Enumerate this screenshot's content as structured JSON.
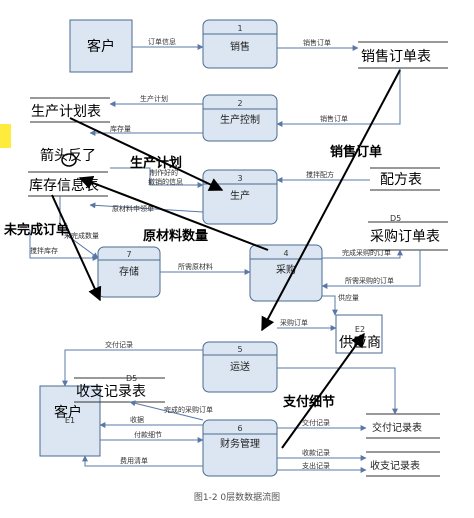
{
  "entities": {
    "customer_top": "客户",
    "customer_bottom": "客户",
    "supplier": "供应商",
    "supplier_id": "E2",
    "customer_bottom_id": "E1"
  },
  "processes": {
    "p1": {
      "num": "1",
      "name": "销售"
    },
    "p2": {
      "num": "2",
      "name": "生产控制"
    },
    "p3": {
      "num": "3",
      "name": "生产"
    },
    "p4": {
      "num": "4",
      "name": "采购"
    },
    "p5": {
      "num": "5",
      "name": "运送"
    },
    "p6": {
      "num": "6",
      "name": "财务管理"
    },
    "p7": {
      "num": "7",
      "name": "存储"
    }
  },
  "stores": {
    "sales_order": "销售订单表",
    "production_plan": "生产计划表",
    "inventory": "库存信息表",
    "recipe": "配方表",
    "purchase_order": "采购订单表",
    "purchase_order_id": "D5",
    "payment_record": "收支记录表",
    "payment_record_id": "D5",
    "pay_record_right": "交付记录表",
    "income_record_right": "收支记录表"
  },
  "flows": {
    "order_info": "订单信息",
    "sales_order_flow": "销售订单",
    "production_plan_flow": "生产计划",
    "stock_qty": "库存量",
    "sales_order_flow2": "销售订单",
    "produced_info_1": "制作好的",
    "produced_info_2": "撤销的信息",
    "mix_recipe": "搅拌配方",
    "raw_material_req": "原材料申领单",
    "unfinished_qty": "未完成数量",
    "raw_stock": "搅拌库存",
    "needed_material": "所需原材料",
    "completed_order": "完成采购的订单",
    "needed_order": "所需采购的订单",
    "supply_qty": "供应量",
    "purchase_order_flow": "采购订单",
    "delivery_record": "交付记录",
    "completed_purchase": "完成的采购订单",
    "receipt": "收据",
    "payment_detail": "付款细节",
    "fee_list": "费用清单",
    "delivery_record2": "交付记录",
    "income_record": "收款记录",
    "expense_record": "支出记录"
  },
  "annotations": {
    "arrow_reversed": "箭头反了",
    "production_plan": "生产计划",
    "sales_order": "销售订单",
    "raw_material_qty": "原材料数量",
    "unfinished_order": "未完成订单",
    "payment_detail": "支付细节"
  },
  "caption": "图1-2  0层数数据流图",
  "colors": {
    "process_fill": "#dce6f2",
    "process_stroke": "#4a6a90",
    "entity_fill": "#dce6f2",
    "highlight": "#ffeb3b",
    "line": "#5a78a6",
    "ink": "#000000"
  }
}
